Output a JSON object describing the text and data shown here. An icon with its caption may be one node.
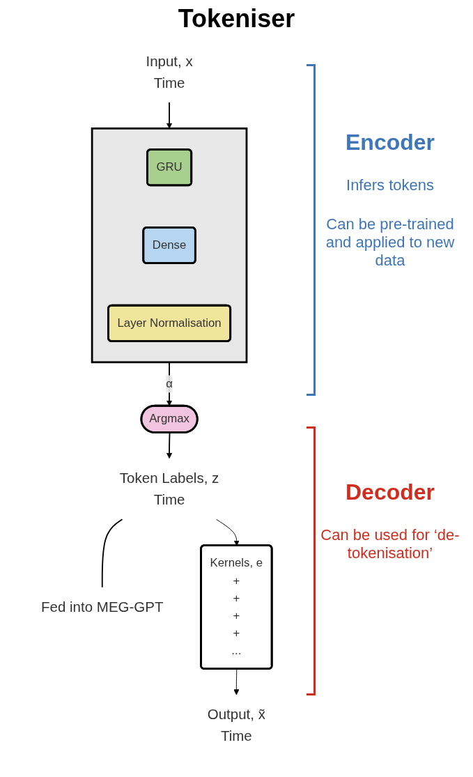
{
  "diagram": {
    "title": "Tokeniser",
    "nodes": [
      {
        "text": [
          "Input, x"
        ],
        "beside": [
          "Time"
        ]
      },
      {
        "text": [],
        "shape": "box"
      },
      {
        "text": [
          "GRU"
        ],
        "in": 1
      },
      {
        "text": [
          "Dense"
        ],
        "in": 1
      },
      {
        "text": [
          "Layer Normalisation"
        ],
        "in": 1
      },
      {
        "text": [
          "Argmax"
        ]
      },
      {
        "text": [
          "Token Labels, z"
        ],
        "beside": [
          "Time"
        ]
      },
      {
        "text": [
          "Fed into MEG-GPT"
        ]
      },
      {
        "text": [
          "Kernels, e",
          "+",
          "+",
          "+",
          "+",
          "..."
        ]
      },
      {
        "text": [
          "Output, x̃"
        ],
        "beside": [
          "Time"
        ]
      }
    ],
    "edges": [
      {
        "from": 0,
        "to": 1,
        "arrow": "to"
      },
      {
        "from": 1,
        "to": 5,
        "arrow": "to",
        "label": "α"
      },
      {
        "from": 5,
        "to": 6,
        "arrow": "to"
      },
      {
        "from": 6,
        "to": 7,
        "arrow": "none"
      },
      {
        "from": 6,
        "to": 8,
        "arrow": "to"
      },
      {
        "from": 8,
        "to": 9,
        "arrow": "to"
      }
    ],
    "labels": [
      "Encoder",
      "Infers tokens",
      "Can be pre-trained and applied to new data",
      "Decoder",
      "Can be used for ‘de-tokenisation’"
    ]
  }
}
